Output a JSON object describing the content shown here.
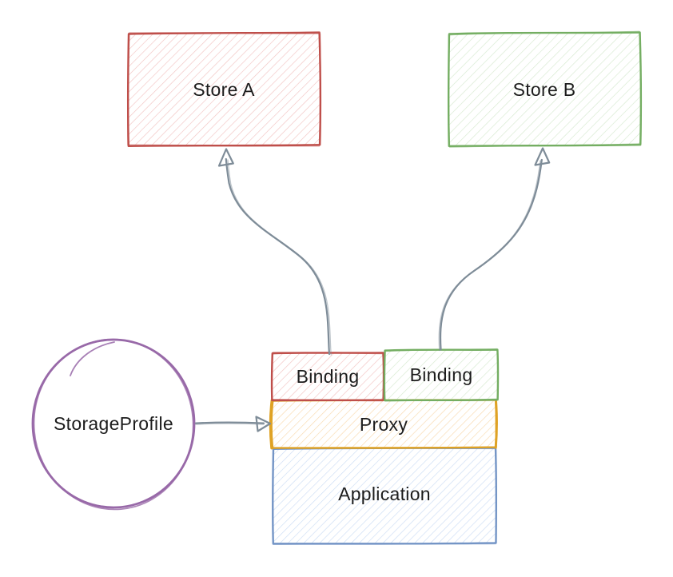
{
  "diagram": {
    "type": "hand-drawn-architecture-diagram",
    "background": "#ffffff",
    "nodes": {
      "store_a": {
        "label": "Store A",
        "shape": "rectangle",
        "stroke": "#bf4f4a",
        "hatch": "#f2c3c1"
      },
      "store_b": {
        "label": "Store B",
        "shape": "rectangle",
        "stroke": "#74ae62",
        "hatch": "#d6e9cf"
      },
      "binding_a": {
        "label": "Binding",
        "shape": "rectangle",
        "stroke": "#bf4f4a",
        "hatch": "#f2c3c1"
      },
      "binding_b": {
        "label": "Binding",
        "shape": "rectangle",
        "stroke": "#74ae62",
        "hatch": "#d6e9cf"
      },
      "proxy": {
        "label": "Proxy",
        "shape": "rectangle",
        "stroke": "#dfa224",
        "hatch": "#f8d9ad"
      },
      "application": {
        "label": "Application",
        "shape": "rectangle",
        "stroke": "#7495c6",
        "hatch": "#cbdcf4"
      },
      "storage_profile": {
        "label": "StorageProfile",
        "shape": "ellipse",
        "stroke": "#9869a8",
        "hatch": "#d9c6e1"
      }
    },
    "edges": [
      {
        "id": "binding-a-to-store-a",
        "from": "Binding (left)",
        "to": "Store A",
        "style": "curved-arrow"
      },
      {
        "id": "binding-b-to-store-b",
        "from": "Binding (right)",
        "to": "Store B",
        "style": "curved-arrow"
      },
      {
        "id": "storage-profile-to-proxy",
        "from": "StorageProfile",
        "to": "Proxy",
        "style": "straight-arrow"
      }
    ],
    "colors": {
      "arrow": "#7e8c98",
      "text": "#1c1c1c",
      "background": "#ffffff"
    }
  }
}
